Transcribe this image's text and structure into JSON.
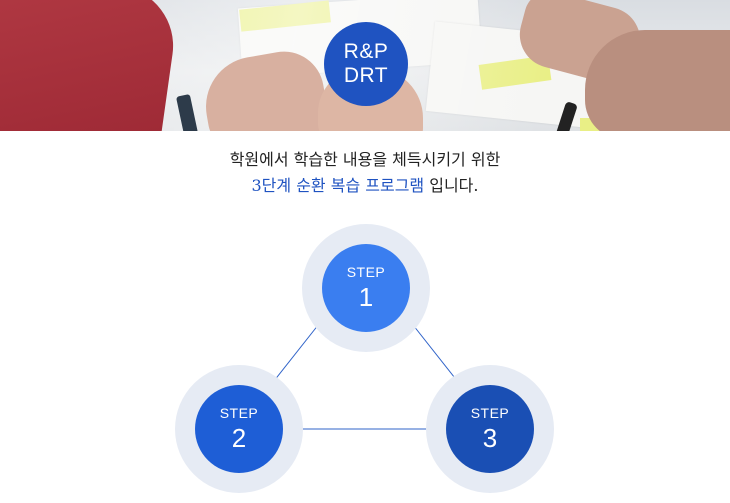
{
  "logo": {
    "line1": "R&P",
    "line2": "DRT"
  },
  "intro": {
    "line1": "학원에서 학습한 내용을 체득시키기 위한",
    "line2_highlight": "3단계 순환 복습 프로그램",
    "line2_rest": " 입니다."
  },
  "steps": [
    {
      "label": "STEP",
      "number": "1"
    },
    {
      "label": "STEP",
      "number": "2"
    },
    {
      "label": "STEP",
      "number": "3"
    }
  ],
  "colors": {
    "brand": "#1f53c1",
    "step1": "#3a7ef0",
    "step2": "#1e5ed6",
    "step3": "#1a4fb4",
    "halo": "#e6ebf4",
    "arrow": "#2f63c9"
  },
  "hero": {
    "description": "photo of hands working with papers and sticky notes"
  }
}
